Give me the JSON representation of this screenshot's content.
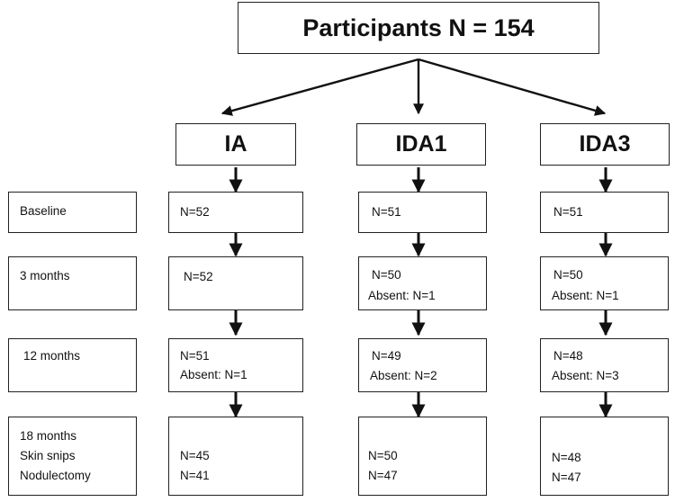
{
  "title": "Participants N = 154",
  "arms": [
    "IA",
    "IDA1",
    "IDA3"
  ],
  "timepoints": [
    {
      "label": [
        "Baseline"
      ]
    },
    {
      "label": [
        "3 months"
      ]
    },
    {
      "label": [
        "12 months"
      ]
    },
    {
      "label": [
        "18 months",
        "Skin snips",
        "Nodulectomy"
      ]
    }
  ],
  "cells": [
    [
      [
        "N=52"
      ],
      [
        "N=51"
      ],
      [
        "N=51"
      ]
    ],
    [
      [
        "N=52"
      ],
      [
        "N=50",
        "Absent: N=1"
      ],
      [
        "N=50",
        "Absent: N=1"
      ]
    ],
    [
      [
        "N=51",
        "Absent: N=1"
      ],
      [
        "N=49",
        "Absent: N=2"
      ],
      [
        "N=48",
        "Absent: N=3"
      ]
    ],
    [
      [
        "N=45",
        "N=41"
      ],
      [
        "N=50",
        "N=47"
      ],
      [
        "N=48",
        "N=47"
      ]
    ]
  ]
}
